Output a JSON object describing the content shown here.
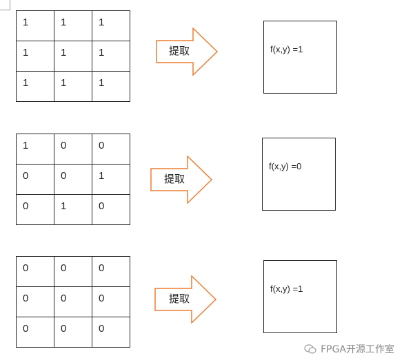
{
  "arrow_label": "提取",
  "arrow_color": "#ED7D31",
  "rows": [
    {
      "matrix": [
        [
          "1",
          "1",
          "1"
        ],
        [
          "1",
          "1",
          "1"
        ],
        [
          "1",
          "1",
          "1"
        ]
      ],
      "result": "f(x,y) =1"
    },
    {
      "matrix": [
        [
          "1",
          "0",
          "0"
        ],
        [
          "0",
          "0",
          "1"
        ],
        [
          "0",
          "1",
          "0"
        ]
      ],
      "result": "f(x,y) =0"
    },
    {
      "matrix": [
        [
          "0",
          "0",
          "0"
        ],
        [
          "0",
          "0",
          "0"
        ],
        [
          "0",
          "0",
          "0"
        ]
      ],
      "result": "f(x,y) =1"
    }
  ],
  "watermark": {
    "icon": "wechat-icon",
    "text": "FPGA开源工作室"
  }
}
